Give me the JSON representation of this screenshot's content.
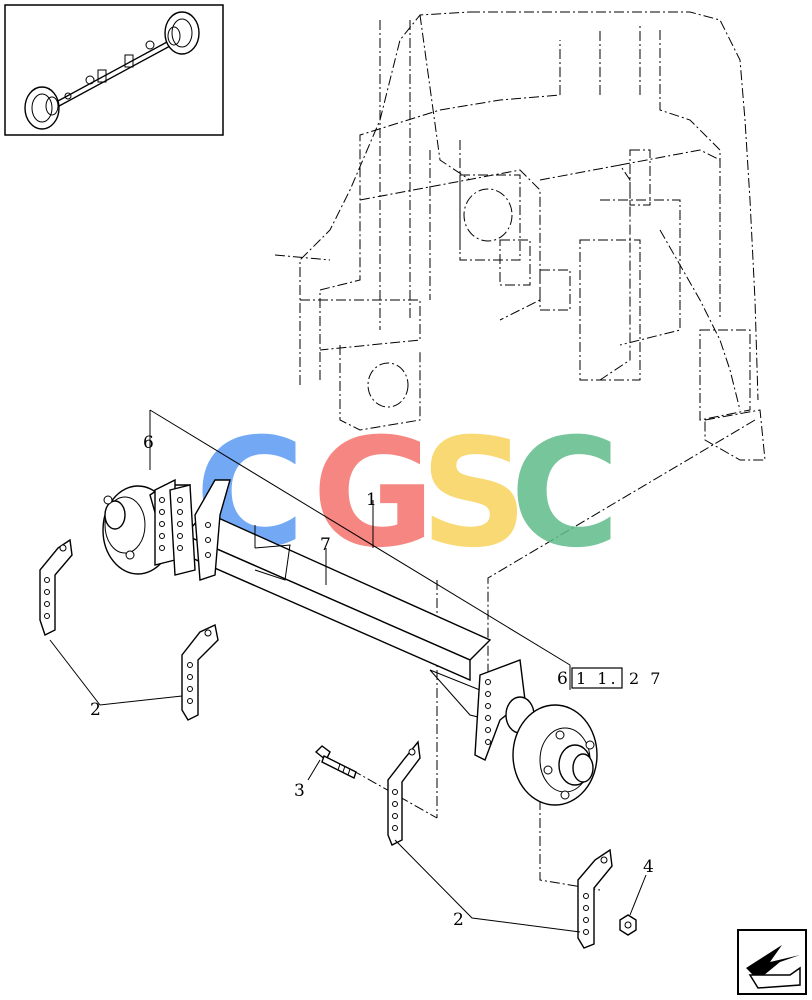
{
  "callouts": {
    "c1": "1",
    "c2a": "2",
    "c2b": "2",
    "c3": "3",
    "c4": "4",
    "c6a": "6",
    "c6b": "6",
    "c7": "7"
  },
  "reference": {
    "boxed": "1 1.",
    "suffix": "2 7"
  },
  "watermark": {
    "letters": [
      "C",
      "G",
      "S",
      "C"
    ],
    "colors": [
      "#5b9bf3",
      "#f4726c",
      "#f7d35c",
      "#5fbb8a"
    ]
  },
  "icons": {
    "overview": "axle-assembly-thumbnail",
    "navigation": "arrow-icon"
  }
}
